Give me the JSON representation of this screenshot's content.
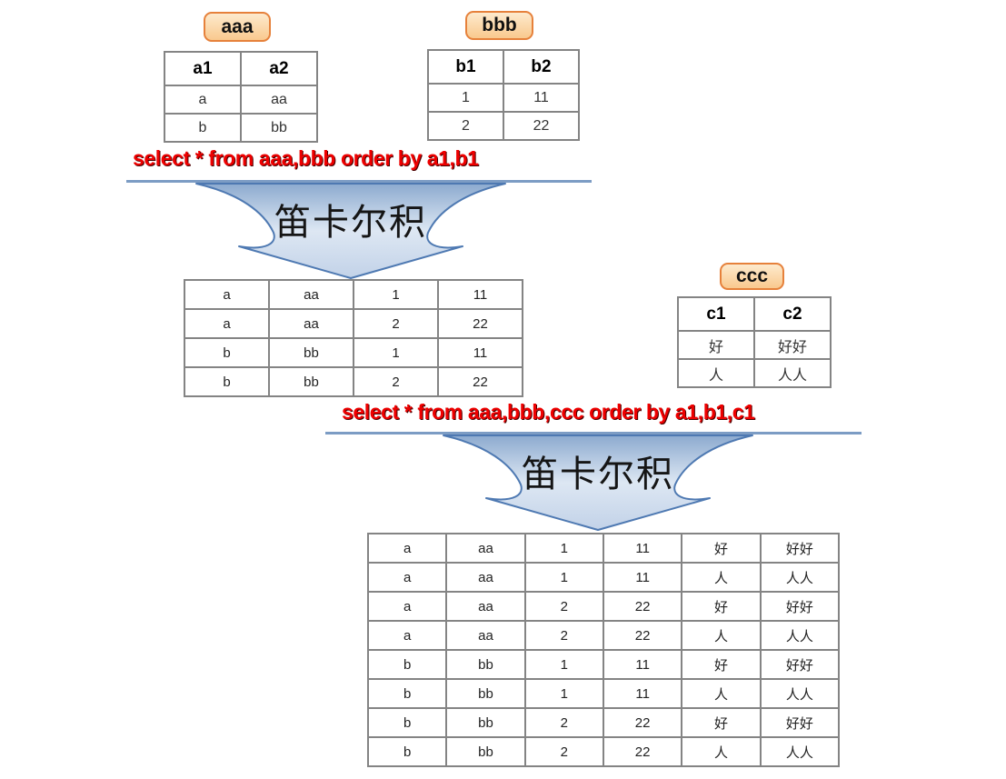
{
  "diagram": {
    "funnel_label": "笛卡尔积",
    "queries": {
      "q1": "select * from aaa,bbb order by a1,b1",
      "q2": "select * from aaa,bbb,ccc order by a1,b1,c1"
    },
    "tables": {
      "aaa": {
        "label": "aaa",
        "headers": [
          "a1",
          "a2"
        ],
        "rows": [
          [
            "a",
            "aa"
          ],
          [
            "b",
            "bb"
          ]
        ]
      },
      "bbb": {
        "label": "bbb",
        "headers": [
          "b1",
          "b2"
        ],
        "rows": [
          [
            "1",
            "11"
          ],
          [
            "2",
            "22"
          ]
        ]
      },
      "ccc": {
        "label": "ccc",
        "headers": [
          "c1",
          "c2"
        ],
        "rows": [
          [
            "好",
            "好好"
          ],
          [
            "人",
            "人人"
          ]
        ]
      }
    },
    "results": {
      "aaa_x_bbb": {
        "rows": [
          [
            "a",
            "aa",
            "1",
            "11"
          ],
          [
            "a",
            "aa",
            "2",
            "22"
          ],
          [
            "b",
            "bb",
            "1",
            "11"
          ],
          [
            "b",
            "bb",
            "2",
            "22"
          ]
        ]
      },
      "aaa_x_bbb_x_ccc": {
        "rows": [
          [
            "a",
            "aa",
            "1",
            "11",
            "好",
            "好好"
          ],
          [
            "a",
            "aa",
            "1",
            "11",
            "人",
            "人人"
          ],
          [
            "a",
            "aa",
            "2",
            "22",
            "好",
            "好好"
          ],
          [
            "a",
            "aa",
            "2",
            "22",
            "人",
            "人人"
          ],
          [
            "b",
            "bb",
            "1",
            "11",
            "好",
            "好好"
          ],
          [
            "b",
            "bb",
            "1",
            "11",
            "人",
            "人人"
          ],
          [
            "b",
            "bb",
            "2",
            "22",
            "好",
            "好好"
          ],
          [
            "b",
            "bb",
            "2",
            "22",
            "人",
            "人人"
          ]
        ]
      }
    },
    "colors": {
      "badge_fill": "#f9c98e",
      "badge_border": "#e6813b",
      "sql_red": "#ee0000",
      "connector_line": "#7c9cc4",
      "funnel_stroke": "#4e79b2",
      "funnel_fill_top": "#8caacf",
      "funnel_fill_mid": "#dde7f3",
      "funnel_fill_bottom": "#c2d2e8",
      "table_border": "#848484"
    }
  }
}
